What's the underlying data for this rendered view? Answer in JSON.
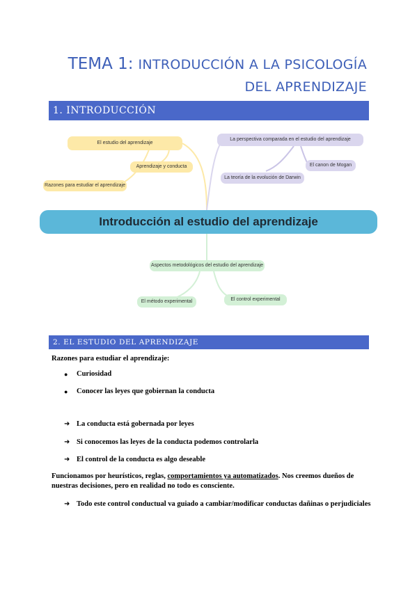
{
  "title": {
    "tema": "TEMA 1:",
    "line1_rest": "INTRODUCCIÓN A LA PSICOLOGÍA",
    "line2": "DEL APRENDIZAJE"
  },
  "section1": {
    "label": "1. INTRODUCCIÓN"
  },
  "mindmap": {
    "center": "Introducción al estudio del aprendizaje",
    "n_estudio": "El estudio del aprendizaje",
    "n_aprendizaje_conducta": "Aprendizaje y conducta",
    "n_razones": "Razones para estudiar el aprendizaje",
    "n_perspectiva": "La perspectiva comparada en el estudio del aprendizaje",
    "n_canon": "El canon de Mogan",
    "n_darwin": "La teoría de la evolución de Darwin",
    "n_aspectos": "Aspectos metodológicos del estudio del aprendizaje",
    "n_metodo": "El método experimental",
    "n_control": "El control experimental",
    "colors": {
      "yellow": "#fde9a8",
      "lilac": "#dad6ee",
      "green": "#d3f0d6",
      "center": "#5bb7d9"
    }
  },
  "section2": {
    "label": "2. EL ESTUDIO DEL APRENDIZAJE"
  },
  "body": {
    "razones_heading": "Razones para estudiar el aprendizaje:",
    "bullets": [
      "Curiosidad",
      "Conocer las leyes que gobiernan la conducta"
    ],
    "arrows": [
      "La conducta está gobernada por leyes",
      "Si conocemos las leyes de la conducta podemos controlarla",
      "El control de la conducta es algo deseable"
    ],
    "para_part1": "Funcionamos por heurísticos, reglas, ",
    "para_underlined": "comportamientos ya automatizados",
    "para_part2": ". Nos creemos dueños de",
    "para_line2": "nuestras decisiones, pero en realidad no todo es consciente.",
    "final_arrow": "Todo este control conductual va guiado a cambiar/modificar conductas dañinas o perjudiciales"
  }
}
